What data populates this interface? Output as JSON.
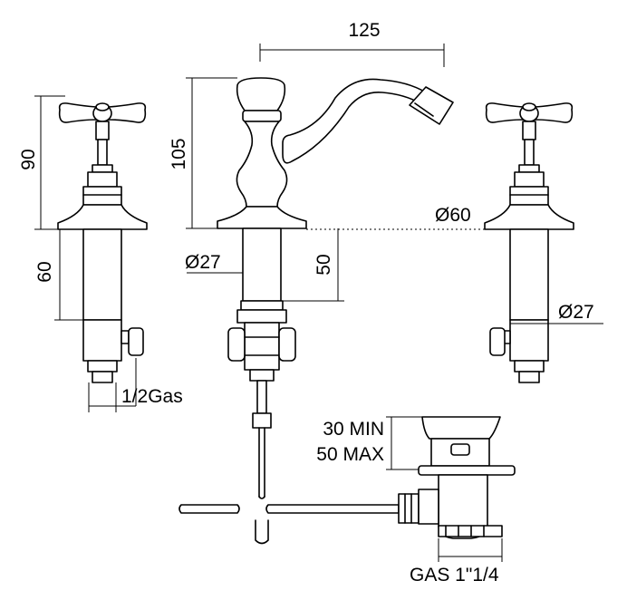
{
  "dimensions": {
    "spout_reach": "125",
    "spout_height": "105",
    "tap_height": "90",
    "tap_body_length": "60",
    "tap_connection": "1/2Gas",
    "mixer_shank_diameter": "Ø27",
    "tap_shank_diameter": "Ø27",
    "base_diameter": "Ø60",
    "shank_length": "50",
    "waste_thickness_min": "30 MIN",
    "waste_thickness_max": "50 MAX",
    "waste_thread": "GAS 1\"1/4"
  },
  "colors": {
    "line": "#000000",
    "background": "#ffffff"
  }
}
